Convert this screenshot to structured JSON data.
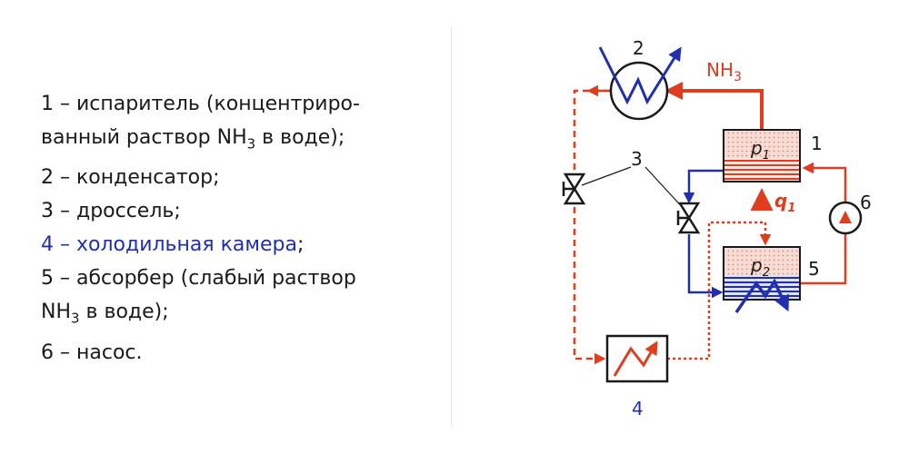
{
  "legend": {
    "item1": {
      "pre": "1 – испаритель (концентриро-"
    },
    "item1b": {
      "pre": "ванный раствор NH",
      "sub": "3",
      "post": " в воде);"
    },
    "item2": "2 – конденсатор;",
    "item3": "3 – дроссель;",
    "item4": {
      "text": "4 – холодильная камера",
      "post": ";"
    },
    "item5": "5 – абсорбер (слабый раствор",
    "item5b": {
      "pre": "NH",
      "sub": "3",
      "post": " в воде);"
    },
    "item6": "6 – насос."
  },
  "diagram": {
    "label_condenser": "2",
    "nh3": {
      "base": "NH",
      "sub": "3"
    },
    "label_throttle": "3",
    "label_generator": "1",
    "p1": {
      "base": "p",
      "sub": "1"
    },
    "q1": {
      "base": "q",
      "sub": "1"
    },
    "label_pump": "6",
    "p2": {
      "base": "p",
      "sub": "2"
    },
    "label_absorber": "5",
    "label_cold_chamber": "4"
  },
  "colors": {
    "red": "#e03c1e",
    "blue": "#1f2fb0",
    "black": "#1a1a1a",
    "dot_fill": "#f2cfc6"
  }
}
